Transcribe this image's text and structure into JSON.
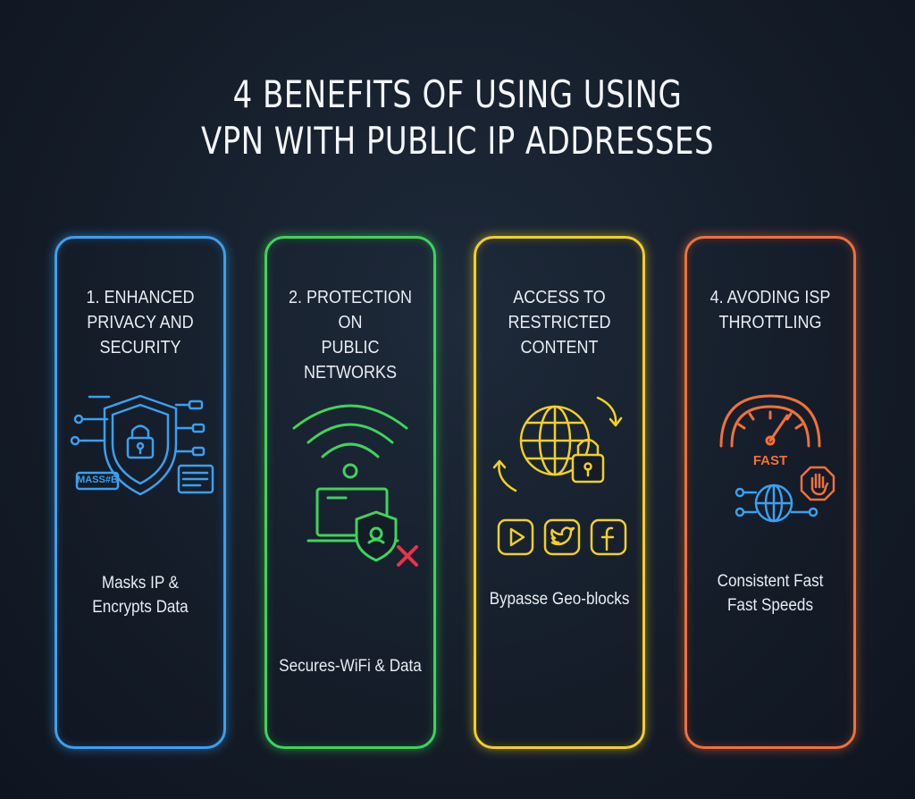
{
  "title": {
    "line1": "4 BENEFITS OF USING USING",
    "line2": "VPN WITH PUBLIC IP ADDRESSES"
  },
  "cards": [
    {
      "title_line1": "1. ENHANCED",
      "title_line2": "PRIVACY AND SECURITY",
      "icon_label": "MASS#B",
      "desc_line1": "Masks IP &",
      "desc_line2": "Encrypts Data",
      "color": "#3aa0f0",
      "icon": "shield-lock-icon"
    },
    {
      "title_line1": "2. PROTECTION ON",
      "title_line2": "PUBLIC NETWORKS",
      "desc_line1": "Secures-WiFi & Data",
      "desc_line2": "",
      "color": "#3ed45a",
      "icon": "wifi-laptop-icon"
    },
    {
      "title_line1": "ACCESS TO",
      "title_line2": "RESTRICTED CONTENT",
      "desc_line1": "Bypasse Geo-blocks",
      "desc_line2": "",
      "color": "#f2d024",
      "icon": "globe-lock-icon"
    },
    {
      "title_line1": "4. AVODING ISP",
      "title_line2": "THROTTLING",
      "icon_label": "FAST",
      "desc_line1": "Consistent Fast",
      "desc_line2": "Fast Speeds",
      "color": "#f2703a",
      "icon": "speedometer-icon"
    }
  ]
}
